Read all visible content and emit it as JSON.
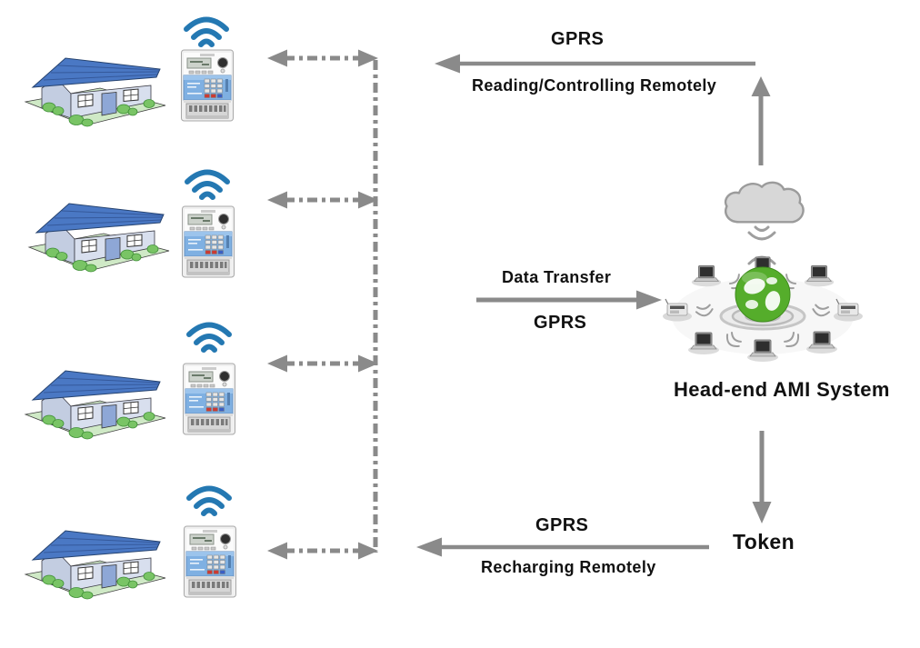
{
  "diagram": {
    "type": "ami-network-architecture",
    "background": "#ffffff",
    "labels": {
      "gprs_top": "GPRS",
      "reading_remotely": "Reading/Controlling Remotely",
      "data_transfer": "Data Transfer",
      "gprs_mid": "GPRS",
      "head_end_system": "Head-end AMI System",
      "gprs_bottom": "GPRS",
      "recharging_remotely": "Recharging Remotely",
      "token": "Token"
    },
    "customer_side": {
      "row_count": 4,
      "rows": [
        {
          "name": "customer-premise-1",
          "icons": [
            "house",
            "wifi-signal",
            "prepaid-smart-meter"
          ]
        },
        {
          "name": "customer-premise-2",
          "icons": [
            "house",
            "wifi-signal",
            "prepaid-smart-meter"
          ]
        },
        {
          "name": "customer-premise-3",
          "icons": [
            "house",
            "wifi-signal",
            "prepaid-smart-meter"
          ]
        },
        {
          "name": "customer-premise-4",
          "icons": [
            "house",
            "wifi-signal",
            "prepaid-smart-meter"
          ]
        }
      ]
    },
    "head_end_side": {
      "icons": [
        "cloud",
        "wireless-signal",
        "globe",
        "laptop-ring",
        "handheld-terminals"
      ]
    },
    "connections": [
      {
        "from": "head-end-system",
        "to": "meters",
        "via": "cloud",
        "labels": [
          "GPRS",
          "Reading/Controlling Remotely"
        ],
        "direction": "right-to-left"
      },
      {
        "from": "meters",
        "to": "head-end-system",
        "labels": [
          "Data Transfer",
          "GPRS"
        ],
        "direction": "left-to-right"
      },
      {
        "from": "head-end-system",
        "to": "token",
        "labels": [
          "Token"
        ],
        "direction": "down"
      },
      {
        "from": "token",
        "to": "meters",
        "labels": [
          "GPRS",
          "Recharging Remotely"
        ],
        "direction": "right-to-left"
      },
      {
        "from": "each-meter",
        "to": "backbone-line",
        "labels": [],
        "direction": "bidirectional",
        "count": 4
      }
    ],
    "colors": {
      "wifi_blue": "#2478b2",
      "arrow_gray": "#8a8a8a",
      "roof_blue": "#4a78c4",
      "meter_panel_blue": "#7fb0e2",
      "globe_green": "#55ad2b",
      "cloud_gray": "#d7d7d7",
      "lawn_green": "#cfe9c6",
      "text_color": "#111111"
    }
  }
}
